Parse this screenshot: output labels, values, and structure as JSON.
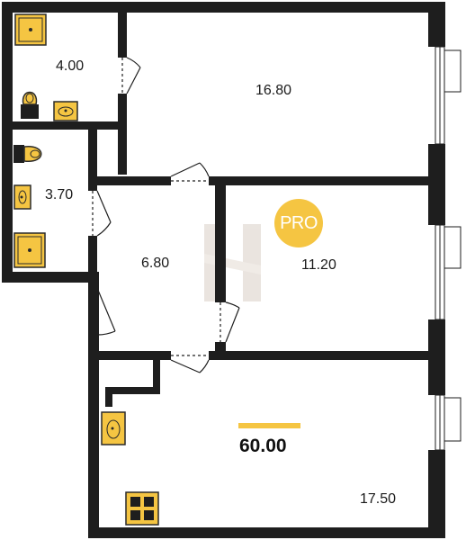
{
  "plan": {
    "total_area": "60.00",
    "badge_text": "PRO",
    "rooms": [
      {
        "id": "bathroom-top",
        "area": "4.00"
      },
      {
        "id": "bathroom-left",
        "area": "3.70"
      },
      {
        "id": "bedroom-top",
        "area": "16.80"
      },
      {
        "id": "hallway",
        "area": "6.80"
      },
      {
        "id": "bedroom-middle",
        "area": "11.20"
      },
      {
        "id": "kitchen-living",
        "area": "17.50"
      }
    ]
  },
  "colors": {
    "wall": "#1e1e1e",
    "fixture_fill": "#f5c542",
    "fixture_stroke": "#2a2a2a",
    "accent_bar": "#f5c542",
    "badge": "#f5c542",
    "watermark": "#d9cfc6",
    "window": "#ffffff"
  },
  "icons": {
    "shower": "shower-tray-icon",
    "toilet": "toilet-icon",
    "sink": "sink-icon",
    "stove": "stove-icon",
    "watermark": "h-logo-watermark"
  }
}
